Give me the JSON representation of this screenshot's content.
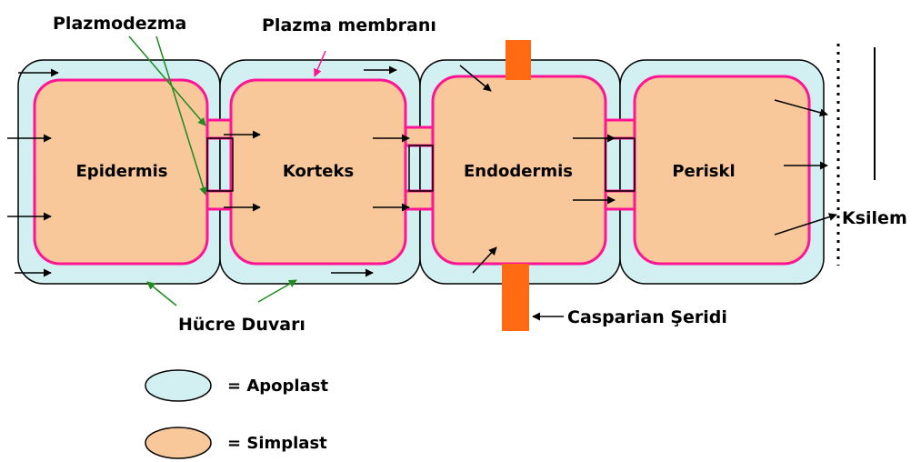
{
  "labels": {
    "plasmodesma": "Plazmodezma",
    "plasma_membrane": "Plazma membranı",
    "cell_wall": "Hücre Duvarı",
    "casparian": "Casparian Şeridi",
    "xylem": "Ksilem"
  },
  "cells": [
    "Epidermis",
    "Korteks",
    "Endodermis",
    "Periskl"
  ],
  "legend": {
    "apoplast": "= Apoplast",
    "symplast": "= Simplast"
  },
  "colors": {
    "apoplast_fill": "#d2f0f2",
    "symplast_fill": "#f8c79a",
    "membrane": "#ff1493",
    "casparian": "#ff6a13",
    "cell_wall_arrow": "#1f8a1f",
    "outline": "#000000"
  }
}
